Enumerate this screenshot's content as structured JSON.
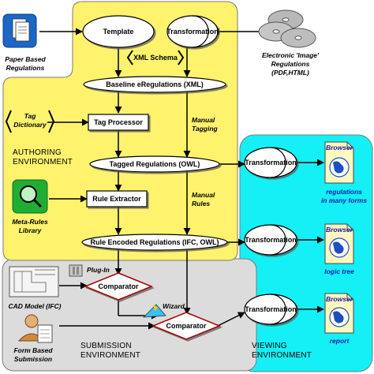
{
  "nodes": {
    "template": "Template",
    "transformation_top": "Transformation",
    "xml_schema": "XML Schema",
    "baseline": "Baseline eRegulations  (XML)",
    "tag_processor": "Tag Processor",
    "tagged": "Tagged Regulations  (OWL)",
    "rule_extractor": "Rule Extractor",
    "rule_encoded": "Rule Encoded Regulations  (IFC, OWL)",
    "comparator_1": "Comparator",
    "comparator_2": "Comparator",
    "plugin": "Plug-In",
    "wizard": "Wizard",
    "transformation_1": "Transformation",
    "transformation_2": "Transformation",
    "transformation_3": "Transformation"
  },
  "labels": {
    "paper_1": "Paper Based",
    "paper_2": "Regulations",
    "electronic_1": "Electronic 'Image'",
    "electronic_2": "Regulations",
    "electronic_3": "(PDF,HTML)",
    "tag_dict_1": "Tag",
    "tag_dict_2": "Dictionary",
    "manual_tagging_1": "Manual",
    "manual_tagging_2": "Tagging",
    "manual_rules_1": "Manual",
    "manual_rules_2": "Rules",
    "meta_rules_1": "Meta-Rules",
    "meta_rules_2": "Library",
    "cad_model": "CAD Model (IFC)",
    "form_1": "Form Based",
    "form_2": "Submission",
    "browser_1": "Browser",
    "browser_2": "Browser",
    "browser_3": "Browser",
    "out_1a": "regulations",
    "out_1b": "in many forms",
    "out_2": "logic tree",
    "out_3": "report"
  },
  "environments": {
    "authoring_1": "AUTHORING",
    "authoring_2": "ENVIRONMENT",
    "submission_1": "SUBMISSION",
    "submission_2": "ENVIRONMENT",
    "viewing_1": "VIEWING",
    "viewing_2": "ENVIRONMENT"
  },
  "colors": {
    "authoring_bg": "#fff36e",
    "submission_bg": "#dcdcdc",
    "viewing_bg": "#14f0f6",
    "node_fill": "#ffffff",
    "comparator_stroke": "#a40000",
    "label_blue": "#1a1aa8",
    "globe_blue": "#1c4fc4",
    "browser_fill": "#fff8bf",
    "magnifier_green": "#1fae34"
  },
  "icons": [
    "paper-document-icon",
    "cd-disc-icon",
    "magnifier-icon",
    "cad-drawing-icon",
    "person-with-form-icon",
    "plugin-icon",
    "wizard-icon",
    "browser-globe-icon"
  ]
}
